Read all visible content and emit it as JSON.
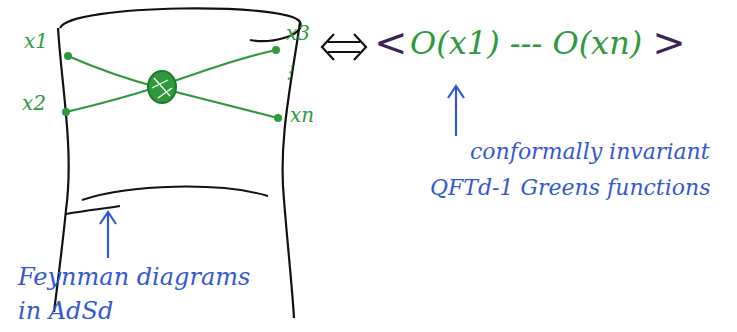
{
  "diagram": {
    "labels": [
      "x1",
      "x2",
      "x3",
      "⋮",
      "xn",
      "<",
      "O(x1) --- O(xn)",
      ">",
      "conformally invariant",
      "QFTd-1 Greens functions",
      "Feynman diagrams",
      "in AdSd"
    ]
  }
}
